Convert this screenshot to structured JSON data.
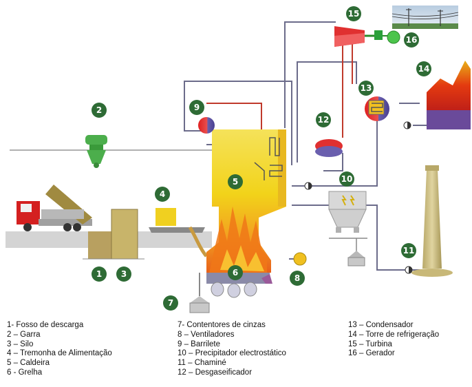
{
  "badges": [
    "1",
    "2",
    "3",
    "4",
    "5",
    "6",
    "7",
    "8",
    "9",
    "10",
    "11",
    "12",
    "13",
    "14",
    "15",
    "16"
  ],
  "legend": {
    "col1": [
      "1- Fosso de descarga",
      "2 – Garra",
      "3 – Silo",
      "4 – Tremonha de Alimentação",
      "5 – Caldeira",
      "6 - Grelha"
    ],
    "col2": [
      "7- Contentores de cinzas",
      "8 – Ventiladores",
      "9 – Barrilete",
      "10 – Precipitador electrostático",
      "11 – Chaminé",
      "12 – Desgaseificador"
    ],
    "col3": [
      "13 – Condensador",
      "14 – Torre de refrigeração",
      "15 – Turbina",
      "16 – Gerador"
    ]
  },
  "colors": {
    "badge": "#2e6b35",
    "steam_pipe": "#c0392b",
    "water_pipe": "#6b6b8a",
    "truck_cab": "#d42020",
    "boiler_yellow": "#f2d31a",
    "flame": "#f07818",
    "tower_fire": "#e43a10",
    "tower_base": "#6a4a9a",
    "stack": "#c8b878"
  }
}
